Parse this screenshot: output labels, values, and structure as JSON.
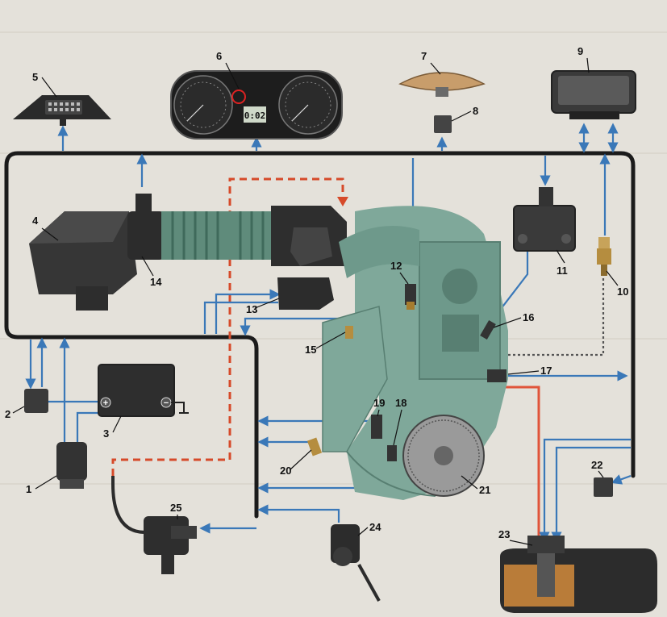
{
  "labels": [
    "1",
    "2",
    "3",
    "4",
    "5",
    "6",
    "7",
    "8",
    "9",
    "10",
    "11",
    "12",
    "13",
    "14",
    "15",
    "16",
    "17",
    "18",
    "19",
    "20",
    "21",
    "22",
    "23",
    "24",
    "25"
  ],
  "cluster_display": "0:02",
  "colors": {
    "harness": "#1b1b1b",
    "signal": "#3a78b8",
    "fuel_return": "#d64a2a",
    "fuel_line": "#e0543a",
    "engine": "#7fa89a",
    "engine_dark": "#587f72",
    "background": "#e9e6df"
  },
  "icons": [
    "obd-connector-icon",
    "instrument-cluster-icon",
    "ecu-icon",
    "ignition-coil-icon",
    "fuel-pump-icon",
    "canister-purge-valve-icon"
  ]
}
